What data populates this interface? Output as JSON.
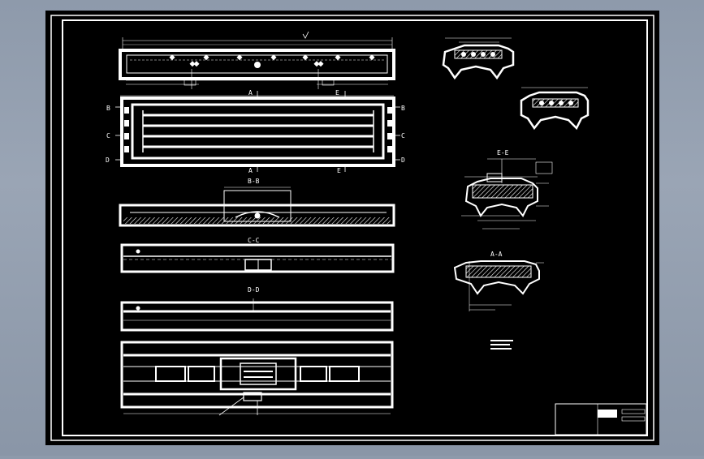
{
  "colors": {
    "background": "#8e9aab",
    "sheet": "#000000",
    "line": "#ffffff",
    "hatch": "#ffffff"
  },
  "views": {
    "top_view": {
      "section_marks": [
        "A",
        "B",
        "C",
        "D",
        "E"
      ]
    },
    "section_bb": {
      "label": "B-B"
    },
    "section_cc": {
      "label": "C-C"
    },
    "section_dd": {
      "label": "D-D"
    },
    "section_ee": {
      "label": "E-E"
    },
    "section_aa": {
      "label": "A-A"
    }
  },
  "labels": {
    "A": "A",
    "B": "B",
    "C": "C",
    "D": "D",
    "E": "E"
  },
  "title_block": {
    "code": "",
    "name_top": "",
    "name_bottom": ""
  }
}
